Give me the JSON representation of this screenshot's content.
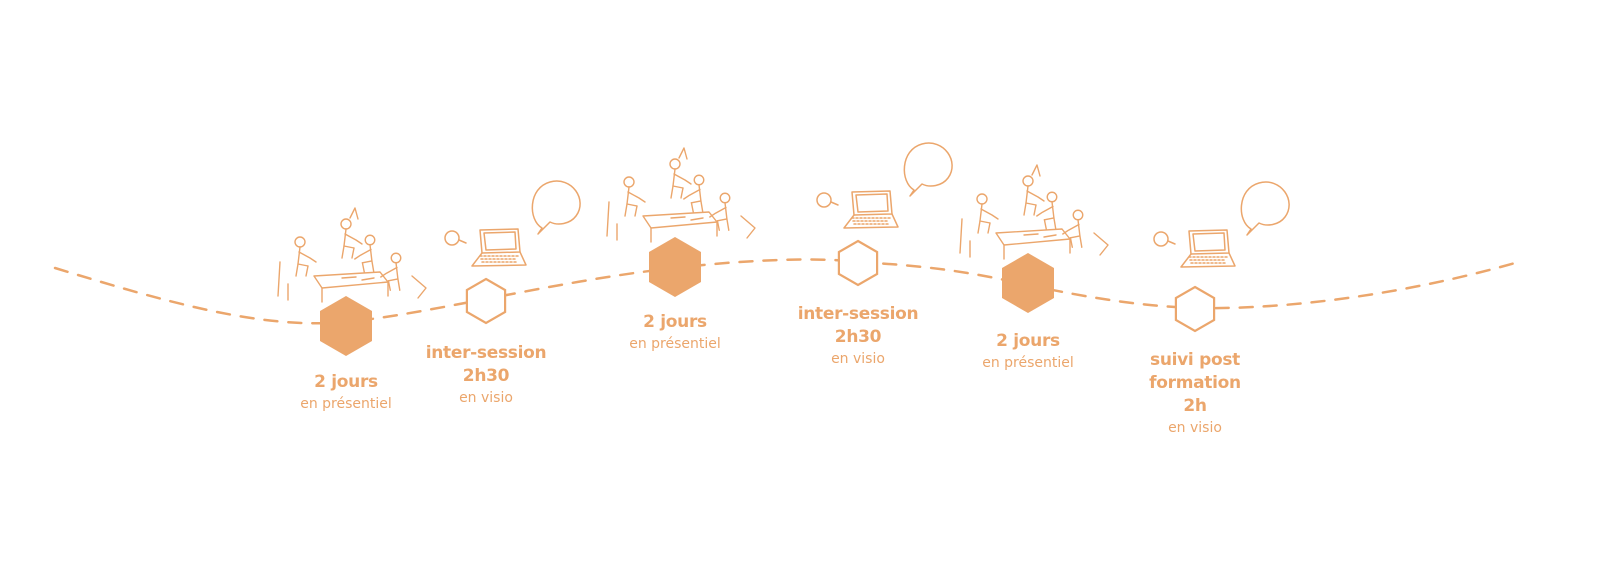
{
  "colors": {
    "accent": "#EBA66C",
    "background": "#FFFFFF"
  },
  "stages": [
    {
      "kind": "presentiel",
      "icon": "group-meeting-icon",
      "title_lines": [
        "2 jours"
      ],
      "subtitle": "en présentiel"
    },
    {
      "kind": "visio",
      "icon": "laptop-chat-icon",
      "title_lines": [
        "inter-session",
        "2h30"
      ],
      "subtitle": "en visio"
    },
    {
      "kind": "presentiel",
      "icon": "group-meeting-icon",
      "title_lines": [
        "2 jours"
      ],
      "subtitle": "en présentiel"
    },
    {
      "kind": "visio",
      "icon": "laptop-chat-icon",
      "title_lines": [
        "inter-session",
        "2h30"
      ],
      "subtitle": "en visio"
    },
    {
      "kind": "presentiel",
      "icon": "group-meeting-icon",
      "title_lines": [
        "2 jours"
      ],
      "subtitle": "en présentiel"
    },
    {
      "kind": "visio",
      "icon": "laptop-chat-icon",
      "title_lines": [
        "suivi post",
        "formation",
        "2h"
      ],
      "subtitle": "en visio"
    }
  ]
}
